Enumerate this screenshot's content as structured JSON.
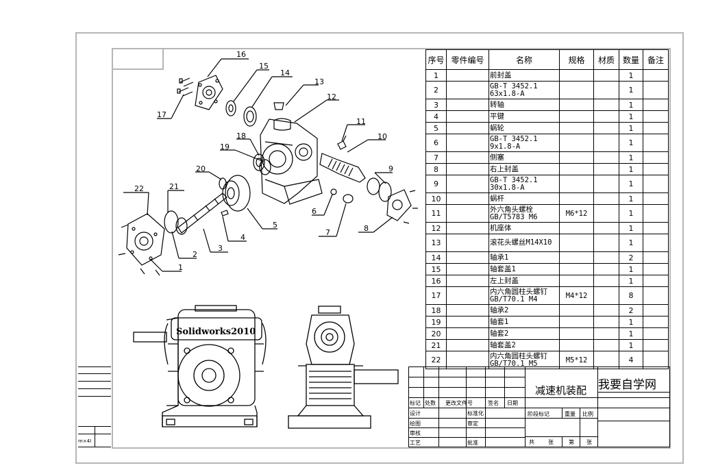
{
  "bom": {
    "headers": [
      "序号",
      "零件编号",
      "名称",
      "规格",
      "材质",
      "数量",
      "备注"
    ],
    "rows": [
      {
        "no": "1",
        "name": "前封盖",
        "spec": "",
        "qty": "1"
      },
      {
        "no": "2",
        "name": "GB-T 3452.1 63x1.8-A",
        "spec": "",
        "qty": "1"
      },
      {
        "no": "3",
        "name": "转轴",
        "spec": "",
        "qty": "1"
      },
      {
        "no": "4",
        "name": "平键",
        "spec": "",
        "qty": "1"
      },
      {
        "no": "5",
        "name": "蜗轮",
        "spec": "",
        "qty": "1"
      },
      {
        "no": "6",
        "name": "GB-T 3452.1 9x1.8-A",
        "spec": "",
        "qty": "1"
      },
      {
        "no": "7",
        "name": "侧塞",
        "spec": "",
        "qty": "1"
      },
      {
        "no": "8",
        "name": "右上封盖",
        "spec": "",
        "qty": "1"
      },
      {
        "no": "9",
        "name": "GB-T 3452.1 30x1.8-A",
        "spec": "",
        "qty": "1"
      },
      {
        "no": "10",
        "name": "蜗杆",
        "spec": "",
        "qty": "1"
      },
      {
        "no": "11",
        "name": "外六角头螺栓GB/T5783 M6",
        "spec": "M6*12",
        "qty": "1"
      },
      {
        "no": "12",
        "name": "机座体",
        "spec": "",
        "qty": "1"
      },
      {
        "no": "13",
        "name": "滚花头螺丝M14X10",
        "spec": "",
        "qty": "1"
      },
      {
        "no": "14",
        "name": "轴承1",
        "spec": "",
        "qty": "2"
      },
      {
        "no": "15",
        "name": "轴套盖1",
        "spec": "",
        "qty": "1"
      },
      {
        "no": "16",
        "name": "左上封盖",
        "spec": "",
        "qty": "1"
      },
      {
        "no": "17",
        "name": "内六角圆柱头螺钉GB/T70.1 M4",
        "spec": "M4*12",
        "qty": "8"
      },
      {
        "no": "18",
        "name": "轴承2",
        "spec": "",
        "qty": "2"
      },
      {
        "no": "19",
        "name": "轴套1",
        "spec": "",
        "qty": "1"
      },
      {
        "no": "20",
        "name": "轴套2",
        "spec": "",
        "qty": "1"
      },
      {
        "no": "21",
        "name": "轴套盖2",
        "spec": "",
        "qty": "1"
      },
      {
        "no": "22",
        "name": "内六角圆柱头螺钉GB/T70.1 M5",
        "spec": "M5*12",
        "qty": "4"
      }
    ]
  },
  "title_block": {
    "drawing_name": "减速机装配",
    "organization": "我要自学网",
    "labels": {
      "mark": "标记",
      "count": "处数",
      "change_doc": "更改文件号",
      "sign": "签名",
      "date": "日期",
      "design": "设计",
      "standardize": "标准化",
      "draw": "绘图",
      "review": "审定",
      "check": "审核",
      "process": "工艺",
      "approve": "批准",
      "stage": "阶段标记",
      "weight": "重量",
      "scale": "比例",
      "total": "共",
      "sheets": "张",
      "sheet_no": "第",
      "sheet_unit": "张"
    }
  },
  "embossing": "Solidworks2010",
  "callouts": [
    "16",
    "15",
    "14",
    "13",
    "12",
    "17",
    "11",
    "10",
    "18",
    "19",
    "20",
    "9",
    "21",
    "22",
    "5",
    "6",
    "7",
    "8",
    "4",
    "3",
    "2",
    "1"
  ],
  "strip_note": "m×4I"
}
